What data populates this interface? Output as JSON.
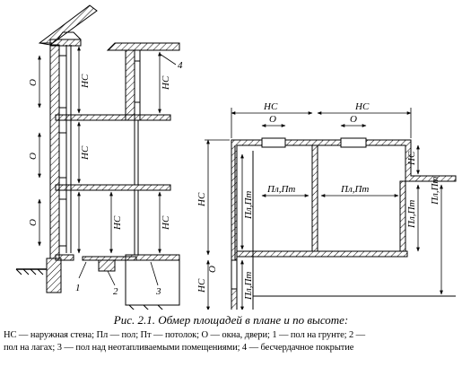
{
  "figure": {
    "labels": {
      "ns": "НС",
      "o": "О",
      "pl_pt": "Пл,Пт",
      "n1": "1",
      "n2": "2",
      "n3": "3",
      "n4": "4"
    }
  },
  "caption": {
    "title": "Рис. 2.1. Обмер площадей в плане и по высоте:",
    "legend_line1": "НС — наружная стена; Пл — пол; Пт — потолок; О — окна, двери; 1 — пол на грунте; 2 —",
    "legend_line2": "пол на лагах; 3 — пол над неотапливаемыми помещениями; 4 — бесчердачное покрытие"
  }
}
